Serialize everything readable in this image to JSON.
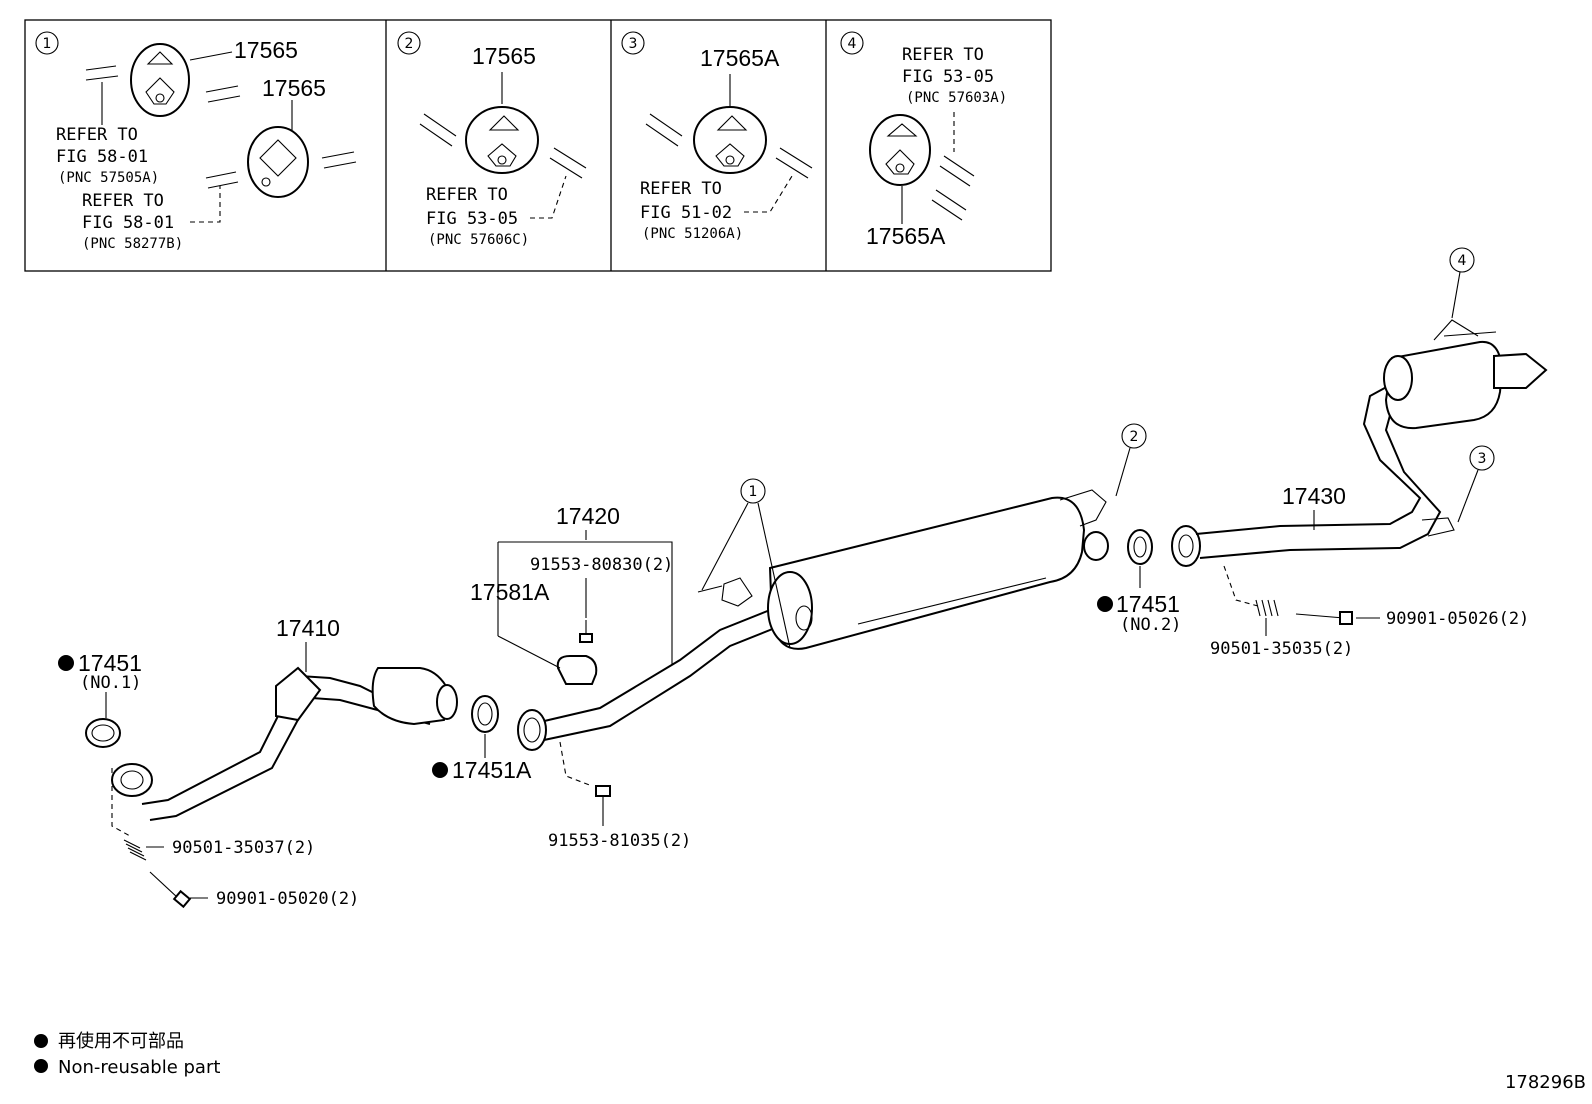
{
  "diagram_id": "178296B",
  "legend": {
    "line1": "再使用不可部品",
    "line2": "Non-reusable part"
  },
  "panels": [
    {
      "index": "1",
      "parts": [
        "17565",
        "17565"
      ],
      "refs": [
        {
          "line1": "REFER TO",
          "line2": "FIG 58-01",
          "pnc": "(PNC 57505A)"
        },
        {
          "line1": "REFER TO",
          "line2": "FIG 58-01",
          "pnc": "(PNC 58277B)"
        }
      ]
    },
    {
      "index": "2",
      "parts": [
        "17565"
      ],
      "refs": [
        {
          "line1": "REFER TO",
          "line2": "FIG 53-05",
          "pnc": "(PNC 57606C)"
        }
      ]
    },
    {
      "index": "3",
      "parts": [
        "17565A"
      ],
      "refs": [
        {
          "line1": "REFER TO",
          "line2": "FIG 51-02",
          "pnc": "(PNC 51206A)"
        }
      ]
    },
    {
      "index": "4",
      "parts": [
        "17565A"
      ],
      "refs": [
        {
          "line1": "REFER TO",
          "line2": "FIG 53-05",
          "pnc": "(PNC 57603A)"
        }
      ]
    }
  ],
  "callouts": [
    "1",
    "2",
    "3",
    "4"
  ],
  "parts": {
    "p17451_no1": "17451",
    "p17451_no1_sub": "(NO.1)",
    "p17410": "17410",
    "p90501_35037": "90501-35037(2)",
    "p90901_05020": "90901-05020(2)",
    "p17451A": "17451A",
    "p17420": "17420",
    "p91553_80830": "91553-80830(2)",
    "p17581A": "17581A",
    "p91553_81035": "91553-81035(2)",
    "p17451_no2": "17451",
    "p17451_no2_sub": "(NO.2)",
    "p90501_35035": "90501-35035(2)",
    "p90901_05026": "90901-05026(2)",
    "p17430": "17430"
  },
  "colors": {
    "line": "#000000",
    "background": "#ffffff"
  }
}
